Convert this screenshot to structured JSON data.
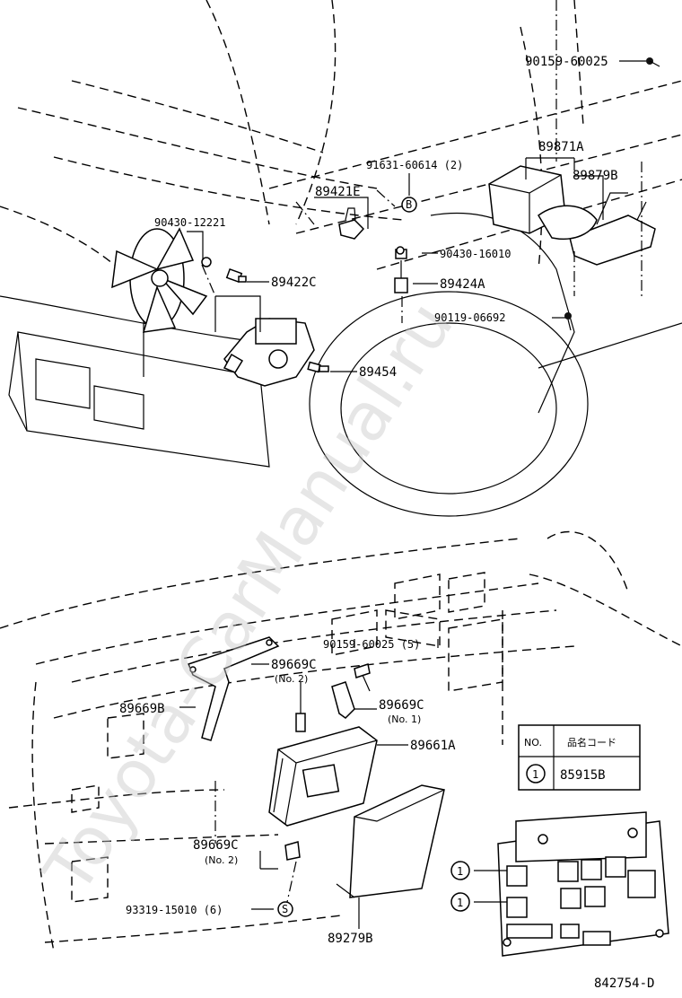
{
  "watermark": "Toyota-CarManual.ru",
  "diagram_id": "842754-D",
  "top_parts": {
    "p90159_60025": "90159-60025",
    "p89871A": "89871A",
    "p89879B": "89879B",
    "p91631": "91631-60614 (2)",
    "callout_B": "B",
    "p89421E": "89421E",
    "p90430_12221": "90430-12221",
    "p90430_16010": "90430-16010",
    "p89422C": "89422C",
    "p89424A": "89424A",
    "p90119": "90119-06692",
    "p89454": "89454"
  },
  "bottom_parts": {
    "p90159_60025_5": "90159-60025 (5)",
    "p89669C_a": "89669C",
    "no2_a": "(No. 2)",
    "p89669B": "89669B",
    "p89669C_b": "89669C",
    "no1": "(No. 1)",
    "p89661A": "89661A",
    "p89669C_c": "89669C",
    "no2_b": "(No. 2)",
    "p93319": "93319-15010 (6)",
    "callout_S": "S",
    "p89279B": "89279B"
  },
  "table": {
    "col_no": "NO.",
    "col_code": "品名コード",
    "row_no": "1",
    "row_code": "85915B"
  },
  "relay_callouts": [
    "1",
    "1"
  ]
}
